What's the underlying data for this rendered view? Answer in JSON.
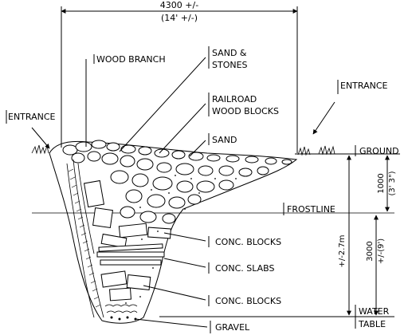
{
  "dimensions": {
    "width_label": "4300 +/-",
    "width_sub": "(14' +/-)",
    "depth_ground_label": "1000",
    "depth_ground_sub": "(3' 3\")",
    "depth_table_label": "3000",
    "depth_table_sub": "+/-(9')",
    "depth_total_label": "+/-2.7m"
  },
  "labels": {
    "entrance_left": "ENTRANCE",
    "entrance_right": "ENTRANCE",
    "wood_branch": "WOOD BRANCH",
    "sand_stones_1": "SAND &",
    "sand_stones_2": "STONES",
    "railroad_1": "RAILROAD",
    "railroad_2": "WOOD BLOCKS",
    "sand": "SAND",
    "ground": "GROUND",
    "frostline": "FROSTLINE",
    "conc_blocks_1": "CONC. BLOCKS",
    "conc_slabs": "CONC. SLABS",
    "conc_blocks_2": "CONC. BLOCKS",
    "water_1": "WATER",
    "water_2": "TABLE",
    "gravel": "GRAVEL"
  }
}
